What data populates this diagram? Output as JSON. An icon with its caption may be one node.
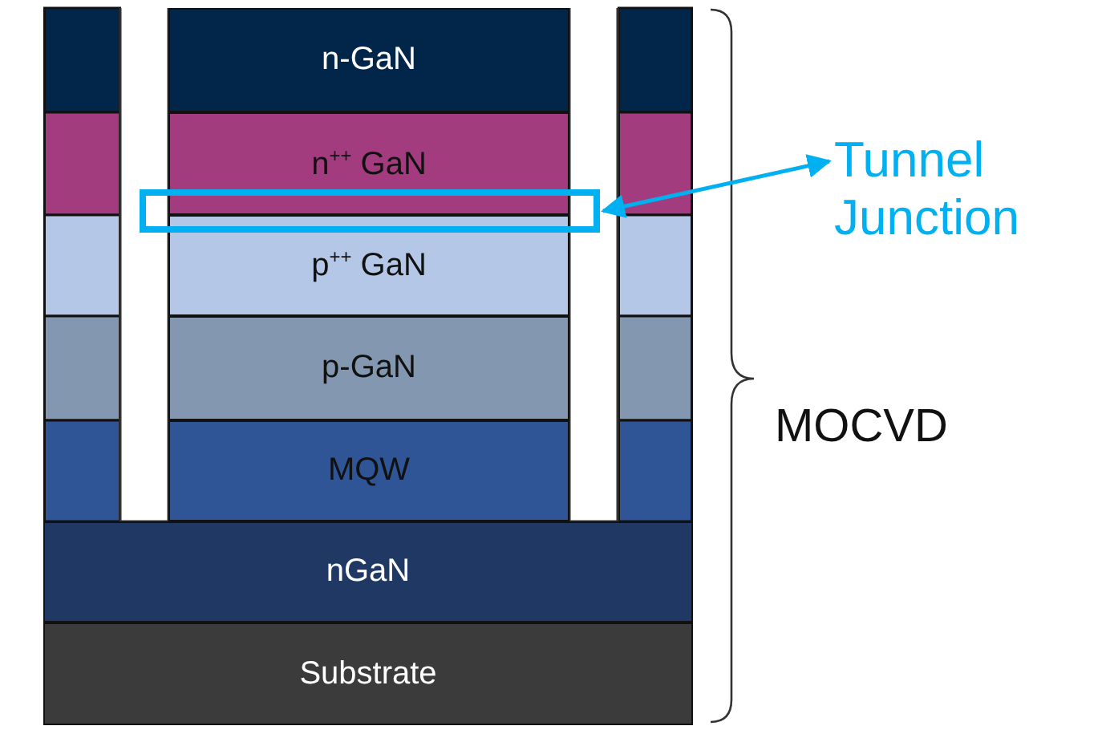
{
  "diagram": {
    "nodes": [
      {
        "text": [
          "n-GaN"
        ]
      },
      {
        "text": [
          "n$^{++}$ GaN"
        ]
      },
      {
        "text": [
          "p$^{++}$ GaN"
        ]
      },
      {
        "text": [
          "p-GaN"
        ]
      },
      {
        "text": [
          "MQW"
        ]
      },
      {
        "text": [
          "nGaN"
        ]
      },
      {
        "text": [
          "Substrate"
        ]
      },
      {
        "text": [],
        "shape": "box"
      },
      {
        "text": [
          "Tunnel Junction"
        ]
      }
    ],
    "edges": [
      {
        "from": 7,
        "to": 8,
        "arrow": "both",
        "color": "#00b0f0"
      }
    ],
    "labels": [
      "MOCVD"
    ]
  }
}
